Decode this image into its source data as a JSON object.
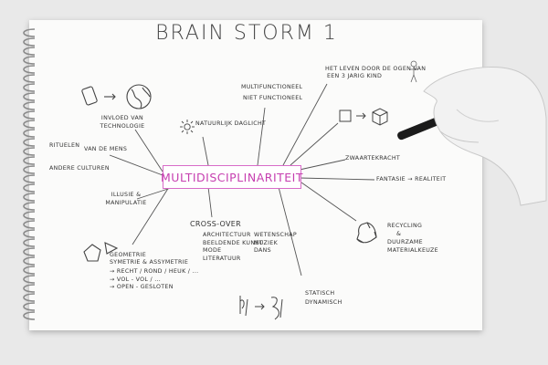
{
  "title": "BRAIN STORM 1",
  "center": "MULTIDISCIPLINARITEIT",
  "branches": {
    "influence": "INVLOED VAN TECHNOLOGIE",
    "nature": "NATUURLIJK DAGLICHT",
    "multi1": "MULTIFUNCTIONEEL",
    "multi2": "NIET FUNCTIONEEL",
    "life1": "HET LEVEN DOOR DE OGEN VAN",
    "life2": "EEN 3 JARIG KIND",
    "rituals1": "RITUELEN",
    "rituals2": "VAN DE MENS",
    "rituals3": "ANDERE CULTUREN",
    "gravity": "ZWAARTEKRACHT",
    "illusion": "ILLUSIE & MANIPULATIE",
    "fantasy": "FANTASIE → REALITEIT",
    "crossover": "CROSS-OVER",
    "cross_list_left": [
      "ARCHITECTUUR",
      "BEELDENDE KUNST",
      "MODE",
      "LITERATUUR"
    ],
    "cross_list_right": [
      "WETENSCHAP",
      "MUZIEK",
      "DANS",
      ""
    ],
    "recycling1": "RECYCLING",
    "recycling2": "&",
    "recycling3": "DUURZAME MATERIALKEUZE",
    "geometry1": "GEOMETRIE",
    "geometry2": "SYMETRIE & ASSYMETRIE",
    "geometry_list": [
      "→ RECHT / ROND / HEUK / ...",
      "→ VOL - VOL / ...",
      "→ OPEN - GESLOTEN"
    ],
    "static1": "STATISCH",
    "static2": "DYNAMISCH"
  }
}
